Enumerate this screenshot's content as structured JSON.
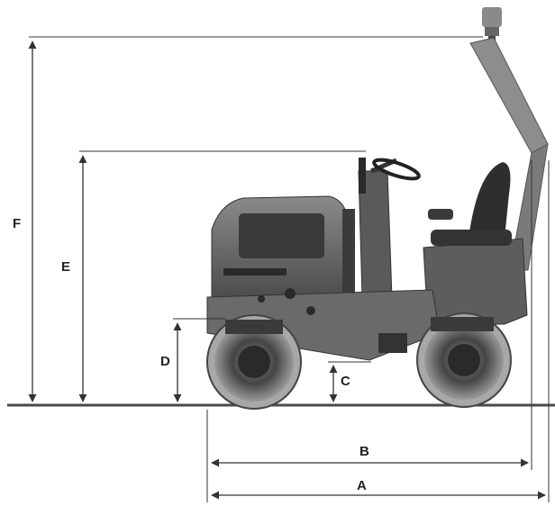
{
  "dimensions": {
    "A": "A",
    "B": "B",
    "C": "C",
    "D": "D",
    "E": "E",
    "F": "F"
  },
  "colors": {
    "body_dark": "#3a3a3a",
    "body_mid": "#6b6b6b",
    "body_light": "#9a9a9a",
    "line": "#333333",
    "ground": "#4a4a4a"
  }
}
